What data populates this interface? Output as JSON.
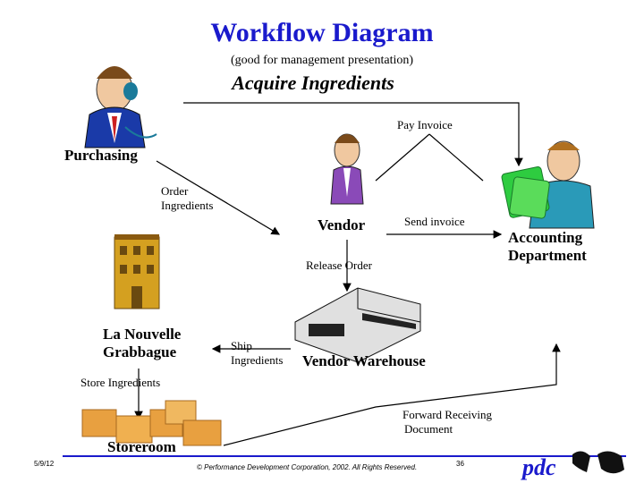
{
  "title": "Workflow Diagram",
  "subtitle": "(good for management presentation)",
  "heading": "Acquire Ingredients",
  "nodes": {
    "purchasing": "Purchasing",
    "vendor": "Vendor",
    "accounting_line1": "Accounting",
    "accounting_line2": "Department",
    "restaurant_line1": "La Nouvelle",
    "restaurant_line2": "Grabbague",
    "vendor_warehouse": "Vendor Warehouse",
    "storeroom": "Storeroom"
  },
  "flows": {
    "pay_invoice": "Pay Invoice",
    "order_line1": "Order",
    "order_line2": "Ingredients",
    "send_invoice": "Send invoice",
    "release_order": "Release Order",
    "ship_line1": "Ship",
    "ship_line2": "Ingredients",
    "store_ingredients": "Store Ingredients",
    "forward_line1": "Forward Receiving",
    "forward_line2": "Document"
  },
  "footer": {
    "date": "5/9/12",
    "copyright": "© Performance Development Corporation, 2002. All Rights Reserved.",
    "page": "36",
    "logo": "pdc"
  },
  "colors": {
    "title": "#1a1acc",
    "rule": "#1a1acc",
    "money": "#2ecc40",
    "building": "#d4a020",
    "boxes": "#e8a040"
  },
  "icons": [
    "person-phone-icon",
    "vendor-person-icon",
    "accountant-money-icon",
    "restaurant-building-icon",
    "warehouse-icon",
    "storeroom-boxes-icon",
    "world-map-icon"
  ]
}
